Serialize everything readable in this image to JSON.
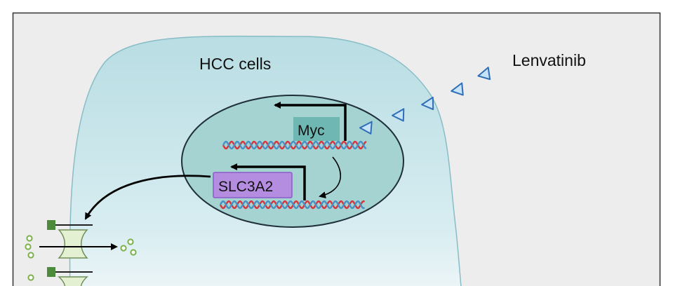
{
  "labels": {
    "cell": "HCC cells",
    "drug": "Lenvatinib",
    "gene_myc": "Myc",
    "gene_slc": "SLC3A2"
  },
  "colors": {
    "panel_bg": "#ededed",
    "panel_border": "#333333",
    "cell_fill": "#bfe0e4",
    "cell_stroke": "#7fb8c2",
    "nucleus_fill": "#9fd1cf",
    "nucleus_stroke": "#1f2f3a",
    "myc_box": "#6fb7b2",
    "slc_box": "#b58de0",
    "slc_border": "#8a5cc7",
    "dna_red": "#d8343a",
    "dna_blue": "#4a90c8",
    "drug_fill": "#c6e3f7",
    "drug_stroke": "#2f6fb8",
    "transporter_fill": "#e4f0d2",
    "transporter_stroke": "#6f8f58",
    "transporter_cap": "#4e8a3c",
    "particle": "#7bb24a"
  },
  "icons": {
    "drug": "triangle-icon",
    "arrow": "arrow-icon",
    "dna": "dna-helix-icon",
    "transporter": "transporter-icon",
    "particle": "circle-icon"
  }
}
